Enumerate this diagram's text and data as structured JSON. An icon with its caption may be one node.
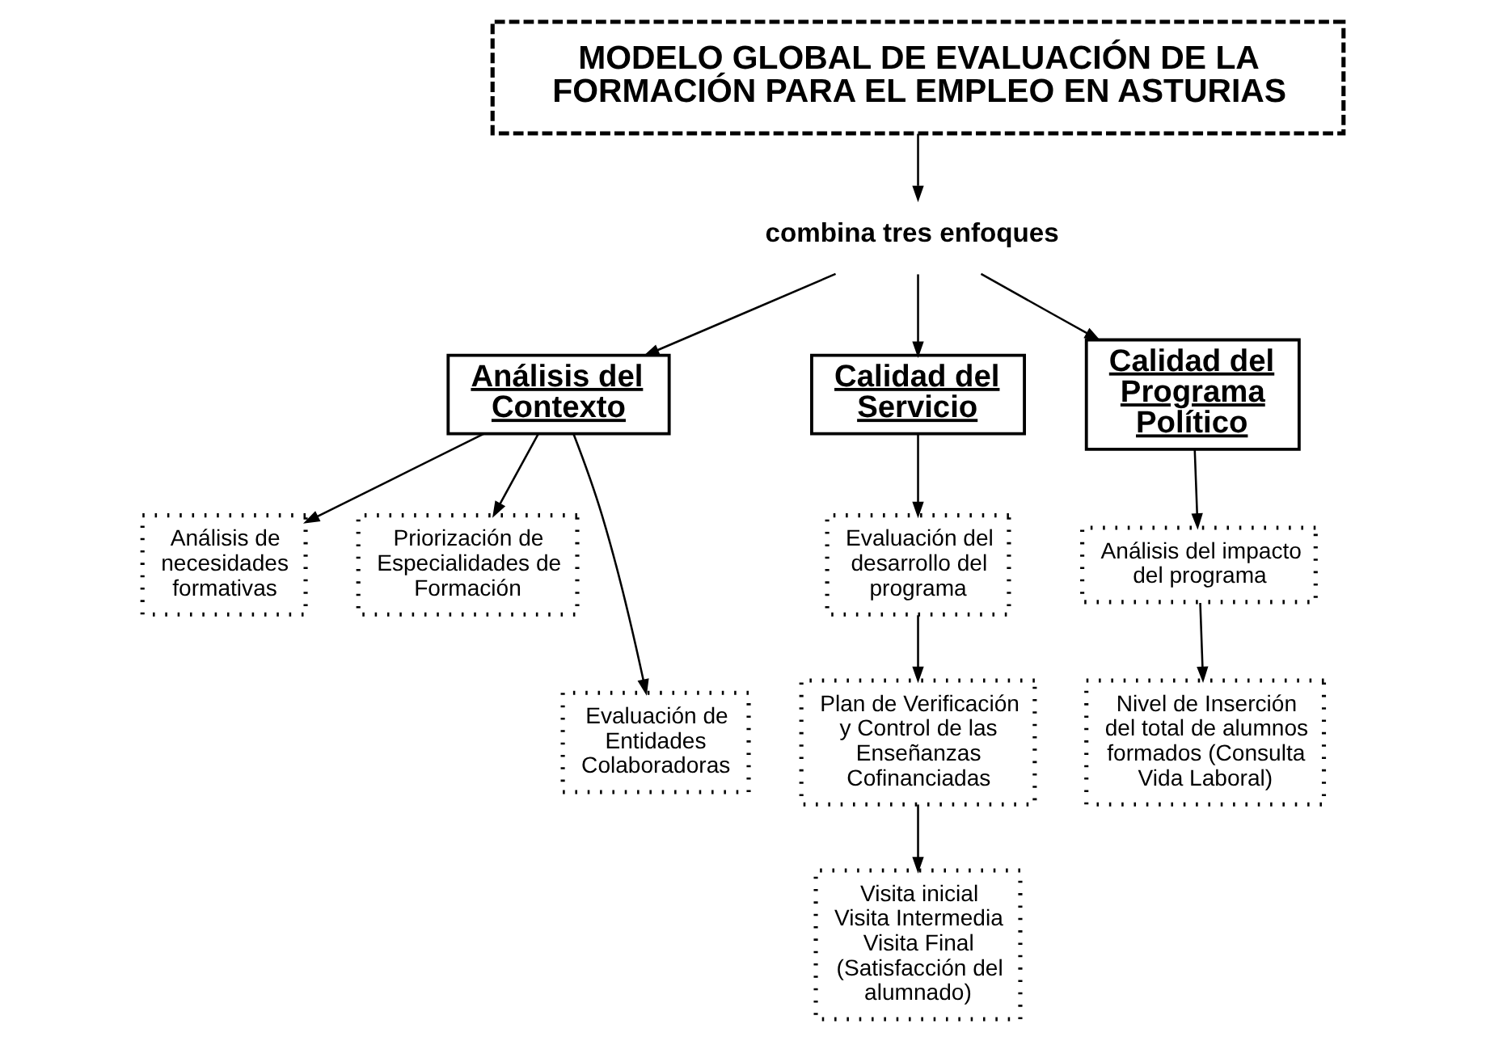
{
  "diagram": {
    "nodes": [
      {
        "text": [
          "MODELO GLOBAL DE EVALUACIÓN DE LA FORMACIÓN PARA EL EMPLEO EN ASTURIAS"
        ]
      },
      {
        "text": [
          "combina tres enfoques"
        ]
      },
      {
        "text": [
          "Análisis del Contexto"
        ]
      },
      {
        "text": [
          "Calidad del Servicio"
        ]
      },
      {
        "text": [
          "Calidad del Programa Político"
        ]
      },
      {
        "text": [
          "Análisis de necesidades formativas"
        ]
      },
      {
        "text": [
          "Priorización de Especialidades de Formación"
        ]
      },
      {
        "text": [
          "Evaluación de Entidades Colaboradoras"
        ]
      },
      {
        "text": [
          "Evaluación del desarrollo del programa"
        ]
      },
      {
        "text": [
          "Plan de Verificación y Control de las Enseñanzas Cofinanciadas"
        ]
      },
      {
        "text": [
          "Visita inicial Visita Intermedia Visita Final (Satisfacción del alumnado)"
        ]
      },
      {
        "text": [
          "Análisis del impacto del programa"
        ]
      },
      {
        "text": [
          "Nivel de Inserción del total de alumnos formados (Consulta Vida Laboral)"
        ]
      }
    ],
    "edges": [
      {
        "from": 0,
        "to": 1,
        "arrow": "to"
      },
      {
        "from": 1,
        "to": 2,
        "arrow": "to"
      },
      {
        "from": 1,
        "to": 3,
        "arrow": "to"
      },
      {
        "from": 1,
        "to": 4,
        "arrow": "to"
      },
      {
        "from": 2,
        "to": 5,
        "arrow": "to"
      },
      {
        "from": 2,
        "to": 7,
        "arrow": "to"
      },
      {
        "from": 2,
        "to": 6,
        "arrow": "to"
      },
      {
        "from": 3,
        "to": 8,
        "arrow": "to"
      },
      {
        "from": 8,
        "to": 9,
        "arrow": "to"
      },
      {
        "from": 9,
        "to": 10,
        "arrow": "to"
      },
      {
        "from": 4,
        "to": 11,
        "arrow": "to"
      },
      {
        "from": 11,
        "to": 12,
        "arrow": "to"
      }
    ]
  }
}
